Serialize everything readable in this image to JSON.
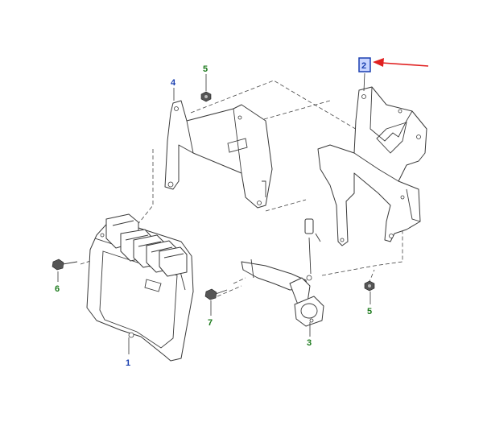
{
  "callouts": {
    "ecm_module": "1",
    "mounting_bracket_highlighted": "2",
    "sensor_bracket": "3",
    "ecm_bracket": "4",
    "nut_left": "5",
    "nut_right": "5",
    "bolt_left": "6",
    "bolt_center": "7"
  },
  "colors": {
    "callout_blue": "#1a3fb0",
    "callout_green": "#1c7a1c",
    "highlight_box": "#1a3fb0",
    "highlight_fill": "#c8d4ff",
    "arrow": "#e02020",
    "line_art": "#3a3a3a"
  },
  "highlight": {
    "target_callout": "2",
    "arrow_icon": "red-arrow-icon"
  }
}
